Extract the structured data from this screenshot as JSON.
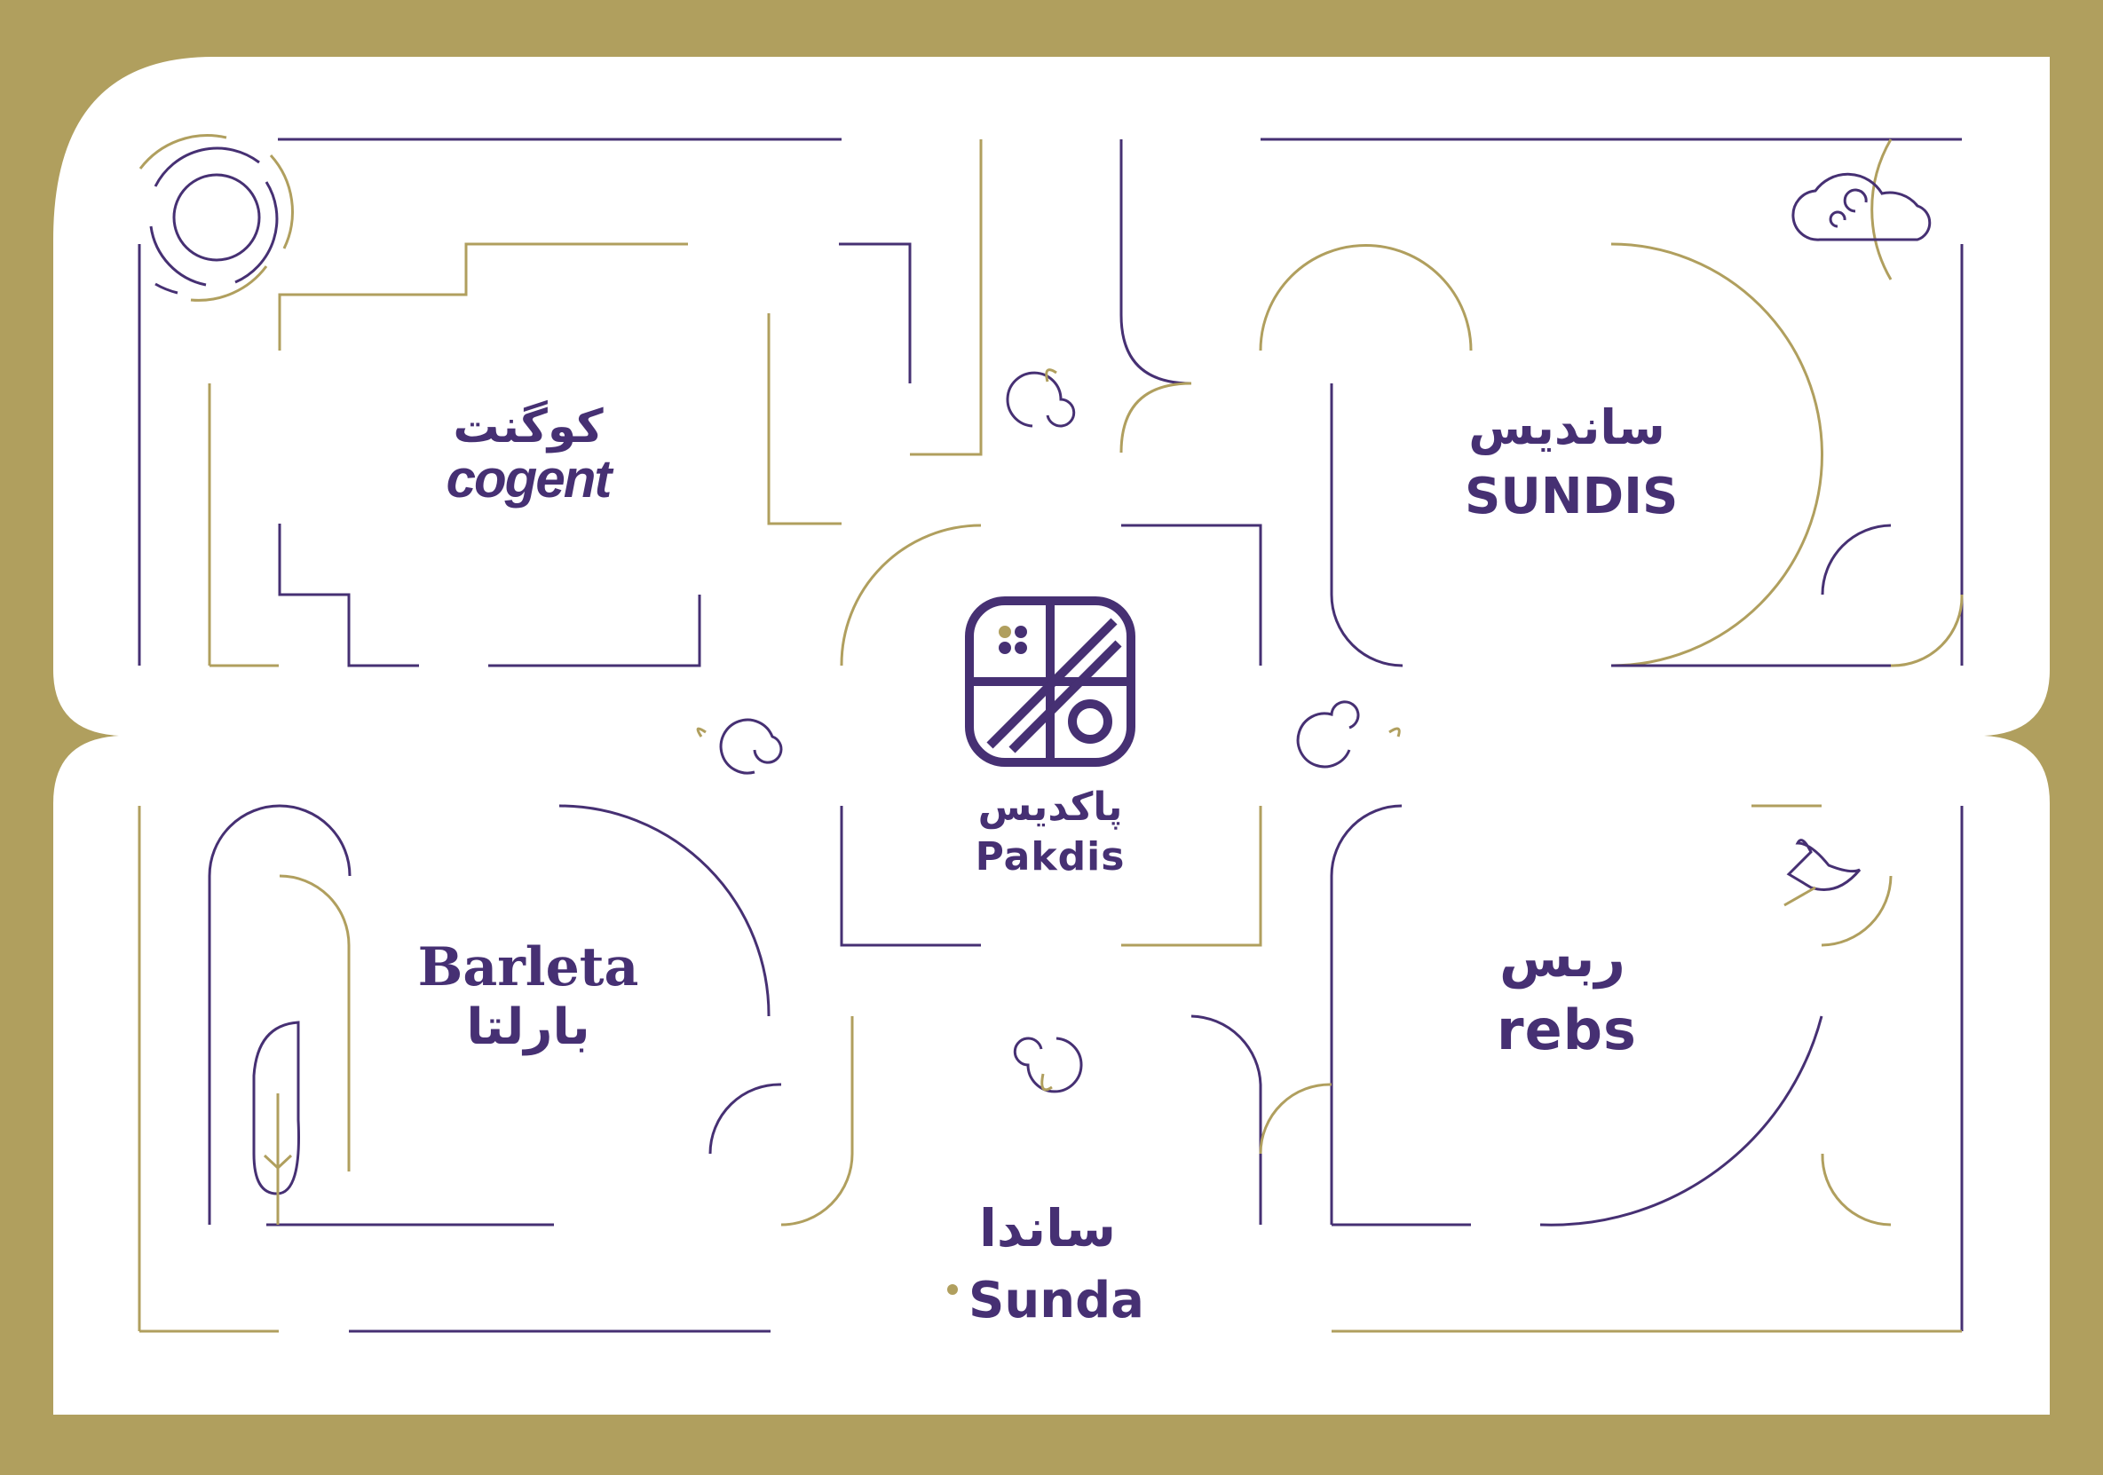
{
  "colors": {
    "gold": "#B09F5E",
    "purple": "#463073",
    "paper": "#FFFFFF"
  },
  "logos": {
    "cogent": {
      "arabic": "کوگنت",
      "latin": "cogent"
    },
    "sundis": {
      "arabic": "ساندیس",
      "latin": "SUNDIS"
    },
    "pakdis": {
      "arabic": "پاکدیس",
      "latin": "Pakdis"
    },
    "barleta": {
      "arabic": "بارلتا",
      "latin": "Barleta"
    },
    "rebs": {
      "arabic": "ربس",
      "latin": "rebs"
    },
    "sunda": {
      "arabic": "ساندا",
      "latin": "Sunda"
    }
  },
  "icons": [
    "sun-icon",
    "cloud-icon",
    "swirl-icon",
    "bird-icon",
    "feather-icon"
  ]
}
